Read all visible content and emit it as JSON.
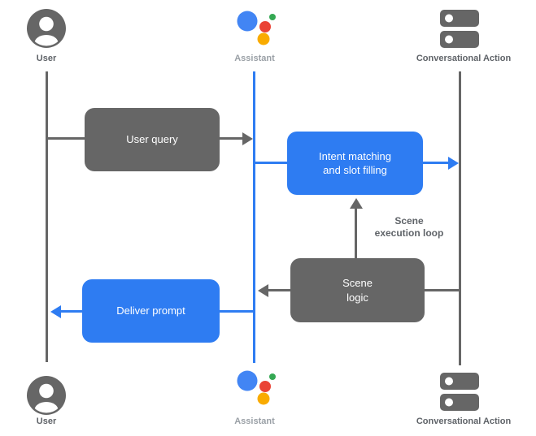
{
  "actors": {
    "user": {
      "label": "User"
    },
    "assistant": {
      "label": "Assistant"
    },
    "action": {
      "label": "Conversational Action"
    }
  },
  "boxes": {
    "user_query": {
      "label": "User query"
    },
    "intent": {
      "line1": "Intent matching",
      "line2": "and slot filling"
    },
    "scene_logic": {
      "line1": "Scene",
      "line2": "logic"
    },
    "deliver_prompt": {
      "label": "Deliver prompt"
    }
  },
  "annotations": {
    "scene_loop": {
      "line1": "Scene",
      "line2": "execution loop"
    }
  },
  "palette": {
    "gray": "#666666",
    "blue": "#2E7CF2",
    "assistant_blue": "#4285F4",
    "assistant_red": "#EA4335",
    "assistant_green": "#34A853",
    "assistant_yellow": "#F9AB00",
    "label_dark": "#5F6368",
    "label_light": "#9AA0A6"
  }
}
